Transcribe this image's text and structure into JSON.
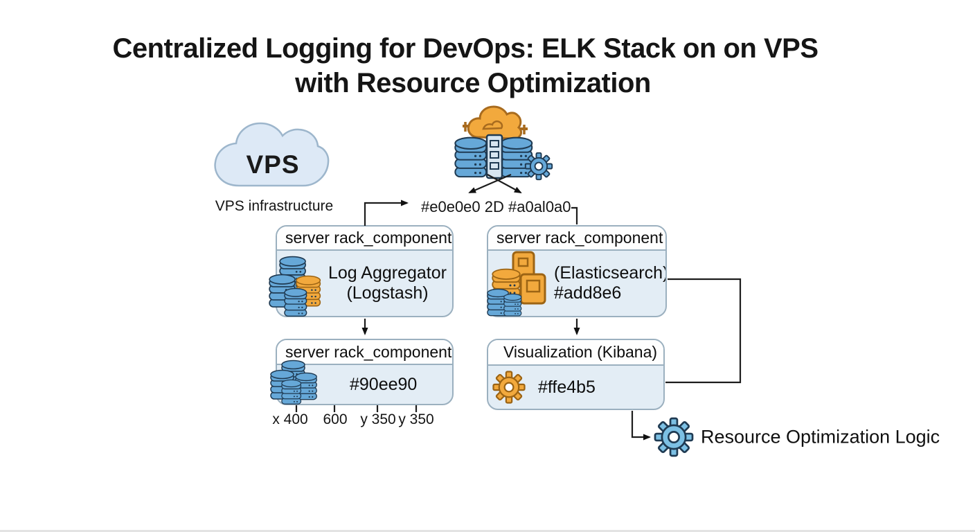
{
  "title": {
    "line1": "Centralized Logging for DevOps: ELK Stack on on VPS",
    "line2": "with Resource Optimization"
  },
  "cloud": {
    "label": "VPS",
    "caption": "VPS infrastructure"
  },
  "annotations": {
    "top_note": "#e0e0e0 2D #a0al0a0",
    "resource_logic": "Resource Optimization Logic"
  },
  "boxes": {
    "logstash": {
      "header": "server rack_component",
      "line1": "Log Aggregator",
      "line2": "(Logstash)"
    },
    "elasticsearch": {
      "header": "server rack_component",
      "line1": "(Elasticsearch)",
      "line2": "#add8e6"
    },
    "rack": {
      "header": "server rack_component",
      "line1": "#90ee90"
    },
    "kibana": {
      "header": "Visualization (Kibana)",
      "line1": "#ffe4b5"
    }
  },
  "axis_labels": [
    "x 400",
    "600",
    "y 350",
    "y 350"
  ],
  "colors": {
    "blue": "#66a8d8",
    "blue_light": "#7cc0e4",
    "orange": "#f2a93d",
    "box_fill": "#e3edf5",
    "box_border": "#9bb0bf",
    "cloud_fill": "#dde9f6",
    "cloud_border": "#9db6cc",
    "outline": "#1f3a52",
    "line": "#1c1c1c"
  }
}
